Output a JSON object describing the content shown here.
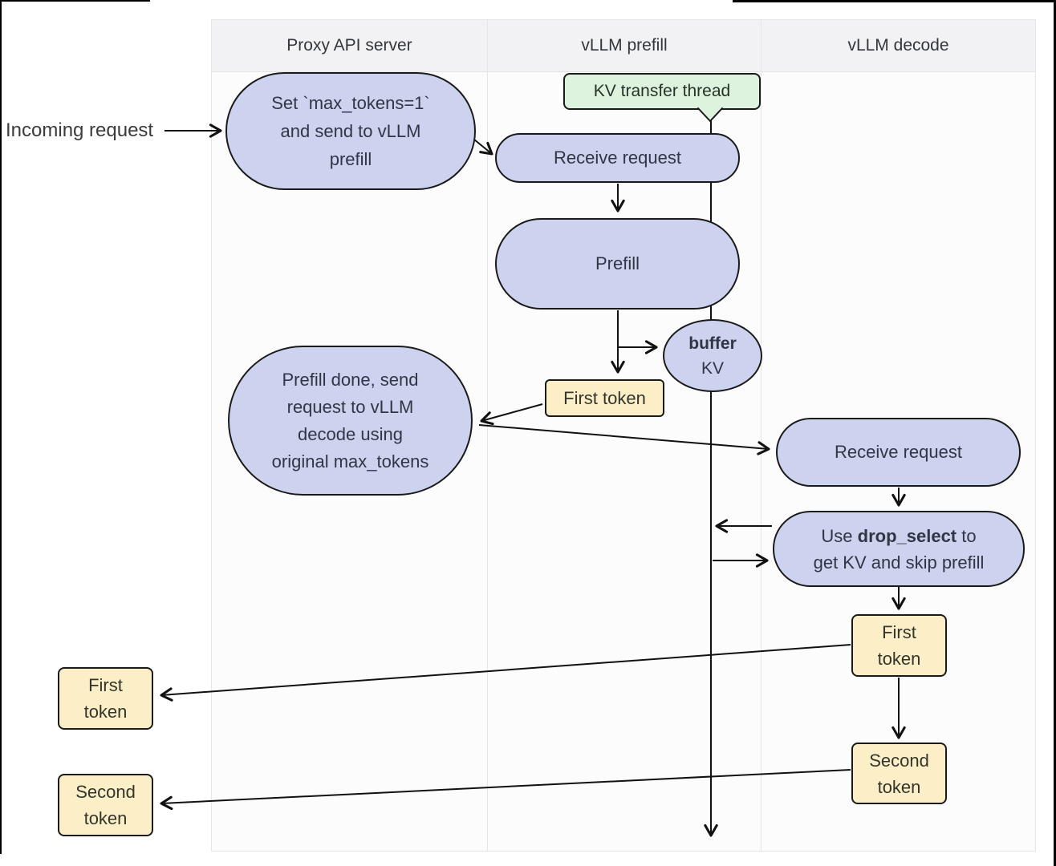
{
  "columns": [
    {
      "label": "Proxy API server"
    },
    {
      "label": "vLLM prefill"
    },
    {
      "label": "vLLM decode"
    }
  ],
  "labels": {
    "incoming_request": "Incoming request"
  },
  "nodes": {
    "set_max_tokens": {
      "line1": "Set `max_tokens=1`",
      "line2": "and send to vLLM",
      "line3": "prefill"
    },
    "kv_transfer_thread": {
      "label": "KV transfer thread"
    },
    "receive_request_prefill": {
      "label": "Receive request"
    },
    "prefill": {
      "label": "Prefill"
    },
    "buffer_kv": {
      "line1": "buffer",
      "line2": "KV"
    },
    "first_token_prefill": {
      "label": "First token"
    },
    "prefill_done": {
      "line1": "Prefill done, send",
      "line2": "request to vLLM",
      "line3": "decode using",
      "line4": "original max_tokens"
    },
    "receive_request_decode": {
      "label": "Receive request"
    },
    "use_drop_select": {
      "pre": "Use ",
      "bold": "drop_select",
      "post": " to",
      "line2": "get KV and skip prefill"
    },
    "first_token_decode": {
      "line1": "First",
      "line2": "token"
    },
    "second_token_decode": {
      "line1": "Second",
      "line2": "token"
    },
    "first_token_out": {
      "line1": "First",
      "line2": "token"
    },
    "second_token_out": {
      "line1": "Second",
      "line2": "token"
    }
  },
  "colors": {
    "node_lavender": "#cdd3ee",
    "node_green": "#ddf3de",
    "node_yellow": "#fcefc7",
    "node_stroke": "#1a1a1a",
    "header_bg": "#f2f2f4",
    "panel_bg": "#fcfcfd",
    "panel_border": "#e6e6ea",
    "arrow": "#111111"
  }
}
